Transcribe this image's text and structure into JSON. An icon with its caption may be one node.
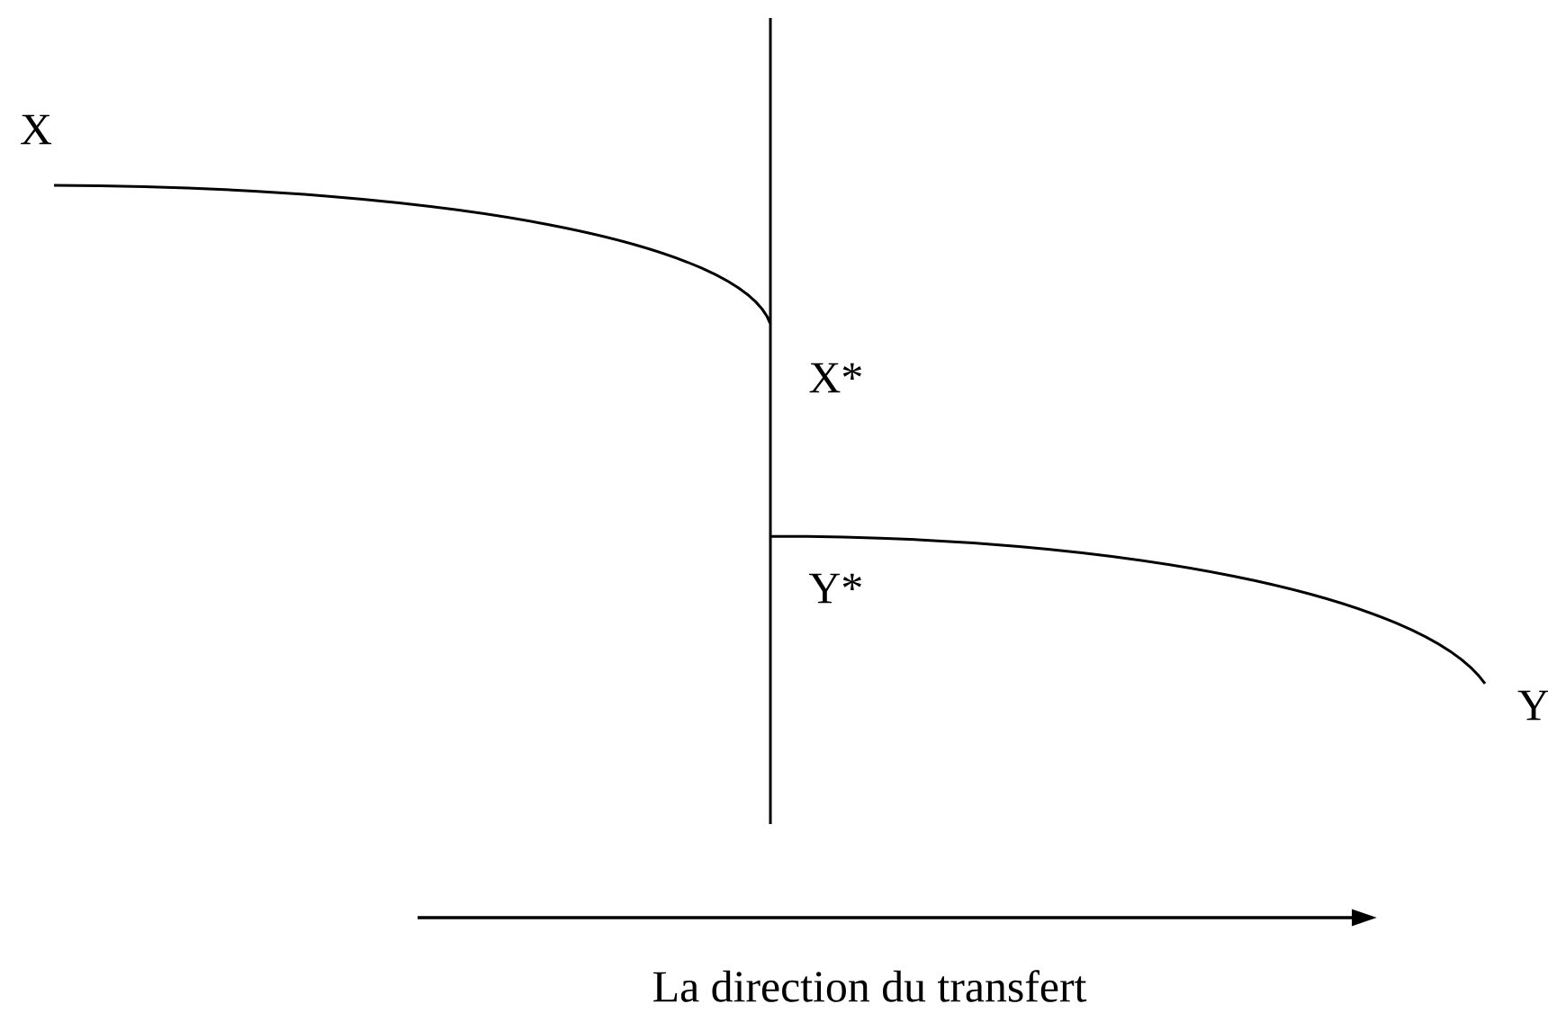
{
  "diagram": {
    "labels": [
      "X",
      "X*",
      "Y*",
      "Y",
      "La direction du transfert"
    ]
  }
}
